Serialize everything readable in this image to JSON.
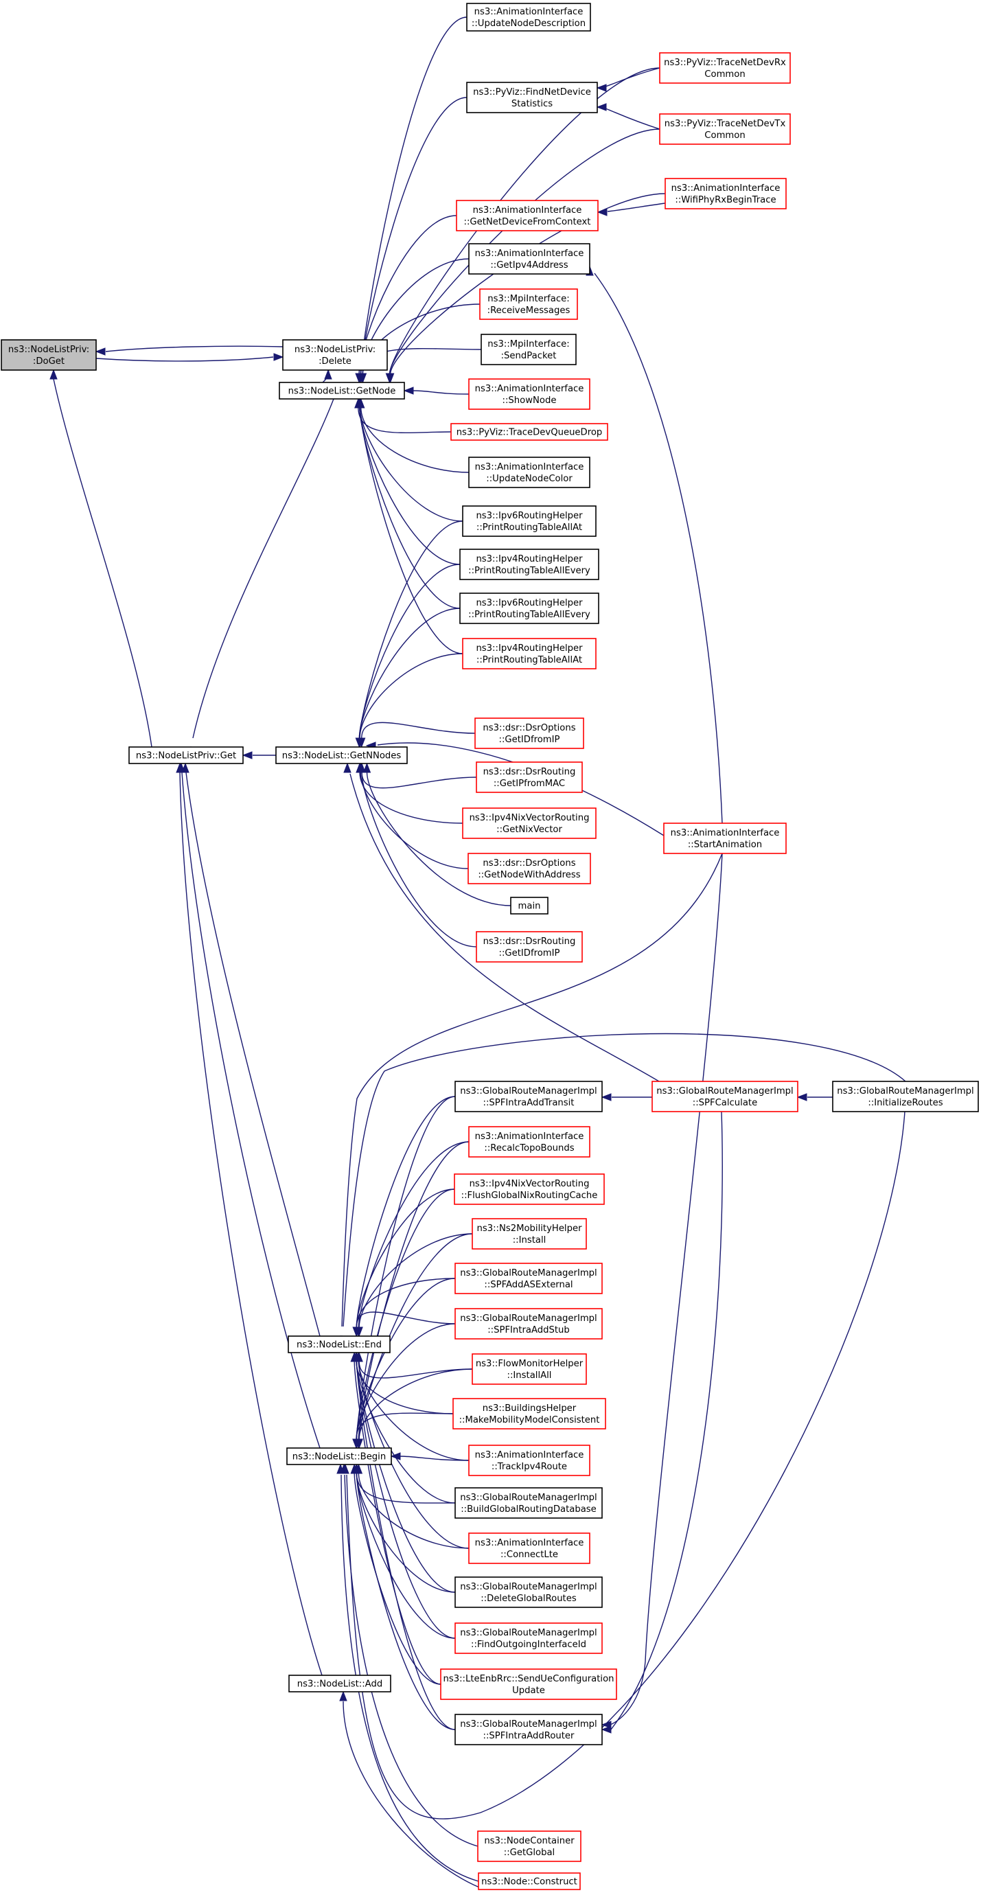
{
  "colors": {
    "edge": "#191970",
    "box_border_normal": "#000000",
    "box_border_truncated": "#ff0000",
    "box_fill_focus": "#bfbfbf",
    "box_fill": "#ffffff",
    "text": "#000000"
  },
  "nodes": [
    {
      "id": "doget",
      "lines": [
        "ns3::NodeListPriv:",
        ":DoGet"
      ],
      "style": "focus"
    },
    {
      "id": "delete",
      "lines": [
        "ns3::NodeListPriv:",
        ":Delete"
      ],
      "style": "normal"
    },
    {
      "id": "getnode",
      "lines": [
        "ns3::NodeList::GetNode"
      ],
      "style": "normal"
    },
    {
      "id": "privget",
      "lines": [
        "ns3::NodeListPriv::Get"
      ],
      "style": "normal"
    },
    {
      "id": "getnnodes",
      "lines": [
        "ns3::NodeList::GetNNodes"
      ],
      "style": "normal"
    },
    {
      "id": "end",
      "lines": [
        "ns3::NodeList::End"
      ],
      "style": "normal"
    },
    {
      "id": "begin",
      "lines": [
        "ns3::NodeList::Begin"
      ],
      "style": "normal"
    },
    {
      "id": "add",
      "lines": [
        "ns3::NodeList::Add"
      ],
      "style": "normal"
    },
    {
      "id": "updnodedesc",
      "lines": [
        "ns3::AnimationInterface",
        "::UpdateNodeDescription"
      ],
      "style": "normal"
    },
    {
      "id": "findnetdev",
      "lines": [
        "ns3::PyViz::FindNetDevice",
        "Statistics"
      ],
      "style": "normal"
    },
    {
      "id": "tracerx",
      "lines": [
        "ns3::PyViz::TraceNetDevRx",
        "Common"
      ],
      "style": "red"
    },
    {
      "id": "tracetx",
      "lines": [
        "ns3::PyViz::TraceNetDevTx",
        "Common"
      ],
      "style": "red"
    },
    {
      "id": "wifiphy",
      "lines": [
        "ns3::AnimationInterface",
        "::WifiPhyRxBeginTrace"
      ],
      "style": "red"
    },
    {
      "id": "getnetdev",
      "lines": [
        "ns3::AnimationInterface",
        "::GetNetDeviceFromContext"
      ],
      "style": "red"
    },
    {
      "id": "getipv4",
      "lines": [
        "ns3::AnimationInterface",
        "::GetIpv4Address"
      ],
      "style": "normal"
    },
    {
      "id": "recvmsg",
      "lines": [
        "ns3::MpiInterface:",
        ":ReceiveMessages"
      ],
      "style": "red"
    },
    {
      "id": "sendpkt",
      "lines": [
        "ns3::MpiInterface:",
        ":SendPacket"
      ],
      "style": "normal"
    },
    {
      "id": "shownode",
      "lines": [
        "ns3::AnimationInterface",
        "::ShowNode"
      ],
      "style": "red"
    },
    {
      "id": "tracedevq",
      "lines": [
        "ns3::PyViz::TraceDevQueueDrop"
      ],
      "style": "red"
    },
    {
      "id": "updnodecolor",
      "lines": [
        "ns3::AnimationInterface",
        "::UpdateNodeColor"
      ],
      "style": "normal"
    },
    {
      "id": "ipv6allat",
      "lines": [
        "ns3::Ipv6RoutingHelper",
        "::PrintRoutingTableAllAt"
      ],
      "style": "normal"
    },
    {
      "id": "ipv4allevery",
      "lines": [
        "ns3::Ipv4RoutingHelper",
        "::PrintRoutingTableAllEvery"
      ],
      "style": "normal"
    },
    {
      "id": "ipv6allevery",
      "lines": [
        "ns3::Ipv6RoutingHelper",
        "::PrintRoutingTableAllEvery"
      ],
      "style": "normal"
    },
    {
      "id": "ipv4allat",
      "lines": [
        "ns3::Ipv4RoutingHelper",
        "::PrintRoutingTableAllAt"
      ],
      "style": "red"
    },
    {
      "id": "getidfromip1",
      "lines": [
        "ns3::dsr::DsrOptions",
        "::GetIDfromIP"
      ],
      "style": "red"
    },
    {
      "id": "getipfrommac",
      "lines": [
        "ns3::dsr::DsrRouting",
        "::GetIPfromMAC"
      ],
      "style": "red"
    },
    {
      "id": "getnixvector",
      "lines": [
        "ns3::Ipv4NixVectorRouting",
        "::GetNixVector"
      ],
      "style": "red"
    },
    {
      "id": "getnodewithaddr",
      "lines": [
        "ns3::dsr::DsrOptions",
        "::GetNodeWithAddress"
      ],
      "style": "red"
    },
    {
      "id": "main",
      "lines": [
        "main"
      ],
      "style": "normal"
    },
    {
      "id": "getidfromip2",
      "lines": [
        "ns3::dsr::DsrRouting",
        "::GetIDfromIP"
      ],
      "style": "red"
    },
    {
      "id": "startanim",
      "lines": [
        "ns3::AnimationInterface",
        "::StartAnimation"
      ],
      "style": "red"
    },
    {
      "id": "spfintratransit",
      "lines": [
        "ns3::GlobalRouteManagerImpl",
        "::SPFIntraAddTransit"
      ],
      "style": "normal"
    },
    {
      "id": "spfcalc",
      "lines": [
        "ns3::GlobalRouteManagerImpl",
        "::SPFCalculate"
      ],
      "style": "red"
    },
    {
      "id": "initroutes",
      "lines": [
        "ns3::GlobalRouteManagerImpl",
        "::InitializeRoutes"
      ],
      "style": "normal"
    },
    {
      "id": "recalctopo",
      "lines": [
        "ns3::AnimationInterface",
        "::RecalcTopoBounds"
      ],
      "style": "red"
    },
    {
      "id": "flushnix",
      "lines": [
        "ns3::Ipv4NixVectorRouting",
        "::FlushGlobalNixRoutingCache"
      ],
      "style": "red"
    },
    {
      "id": "ns2install",
      "lines": [
        "ns3::Ns2MobilityHelper",
        "::Install"
      ],
      "style": "red"
    },
    {
      "id": "spfaddasext",
      "lines": [
        "ns3::GlobalRouteManagerImpl",
        "::SPFAddASExternal"
      ],
      "style": "red"
    },
    {
      "id": "spfintrastub",
      "lines": [
        "ns3::GlobalRouteManagerImpl",
        "::SPFIntraAddStub"
      ],
      "style": "red"
    },
    {
      "id": "flowinstall",
      "lines": [
        "ns3::FlowMonitorHelper",
        "::InstallAll"
      ],
      "style": "red"
    },
    {
      "id": "buildings",
      "lines": [
        "ns3::BuildingsHelper",
        "::MakeMobilityModelConsistent"
      ],
      "style": "red"
    },
    {
      "id": "trackipv4",
      "lines": [
        "ns3::AnimationInterface",
        "::TrackIpv4Route"
      ],
      "style": "red"
    },
    {
      "id": "buildglobal",
      "lines": [
        "ns3::GlobalRouteManagerImpl",
        "::BuildGlobalRoutingDatabase"
      ],
      "style": "normal"
    },
    {
      "id": "connectlte",
      "lines": [
        "ns3::AnimationInterface",
        "::ConnectLte"
      ],
      "style": "red"
    },
    {
      "id": "deleteglobal",
      "lines": [
        "ns3::GlobalRouteManagerImpl",
        "::DeleteGlobalRoutes"
      ],
      "style": "normal"
    },
    {
      "id": "findoutgoing",
      "lines": [
        "ns3::GlobalRouteManagerImpl",
        "::FindOutgoingInterfaceId"
      ],
      "style": "red"
    },
    {
      "id": "lteenb",
      "lines": [
        "ns3::LteEnbRrc::SendUeConfiguration",
        "Update"
      ],
      "style": "red"
    },
    {
      "id": "spfintrarouter",
      "lines": [
        "ns3::GlobalRouteManagerImpl",
        "::SPFIntraAddRouter"
      ],
      "style": "normal"
    },
    {
      "id": "getglobal",
      "lines": [
        "ns3::NodeContainer",
        "::GetGlobal"
      ],
      "style": "red"
    },
    {
      "id": "construct",
      "lines": [
        "ns3::Node::Construct"
      ],
      "style": "red"
    }
  ],
  "edges": [
    {
      "from": "delete",
      "to": "doget"
    },
    {
      "from": "doget",
      "to": "delete"
    },
    {
      "from": "getnode",
      "to": "delete"
    },
    {
      "from": "privget",
      "to": "doget"
    },
    {
      "from": "getnode",
      "to": "privget"
    },
    {
      "from": "getnnodes",
      "to": "privget"
    },
    {
      "from": "end",
      "to": "privget"
    },
    {
      "from": "begin",
      "to": "privget"
    },
    {
      "from": "add",
      "to": "privget"
    },
    {
      "from": "updnodedesc",
      "to": "getnode"
    },
    {
      "from": "findnetdev",
      "to": "getnode"
    },
    {
      "from": "tracerx",
      "to": "getnode"
    },
    {
      "from": "tracetx",
      "to": "getnode"
    },
    {
      "from": "wifiphy",
      "to": "getnode"
    },
    {
      "from": "getnetdev",
      "to": "getnode"
    },
    {
      "from": "getipv4",
      "to": "getnode"
    },
    {
      "from": "recvmsg",
      "to": "getnode"
    },
    {
      "from": "sendpkt",
      "to": "getnode"
    },
    {
      "from": "shownode",
      "to": "getnode"
    },
    {
      "from": "tracedevq",
      "to": "getnode"
    },
    {
      "from": "updnodecolor",
      "to": "getnode"
    },
    {
      "from": "ipv6allat",
      "to": "getnode"
    },
    {
      "from": "ipv4allevery",
      "to": "getnode"
    },
    {
      "from": "ipv6allevery",
      "to": "getnode"
    },
    {
      "from": "ipv4allat",
      "to": "getnode"
    },
    {
      "from": "tracerx",
      "to": "findnetdev"
    },
    {
      "from": "tracetx",
      "to": "findnetdev"
    },
    {
      "from": "wifiphy",
      "to": "getnetdev"
    },
    {
      "from": "startanim",
      "to": "getipv4"
    },
    {
      "from": "ipv6allat",
      "to": "getnnodes"
    },
    {
      "from": "ipv4allevery",
      "to": "getnnodes"
    },
    {
      "from": "ipv6allevery",
      "to": "getnnodes"
    },
    {
      "from": "ipv4allat",
      "to": "getnnodes"
    },
    {
      "from": "startanim",
      "to": "getnnodes"
    },
    {
      "from": "getidfromip1",
      "to": "getnnodes"
    },
    {
      "from": "getipfrommac",
      "to": "getnnodes"
    },
    {
      "from": "getnixvector",
      "to": "getnnodes"
    },
    {
      "from": "getnodewithaddr",
      "to": "getnnodes"
    },
    {
      "from": "main",
      "to": "getnnodes"
    },
    {
      "from": "getidfromip2",
      "to": "getnnodes"
    },
    {
      "from": "spfcalc",
      "to": "getnnodes"
    },
    {
      "from": "spfcalc",
      "to": "spfintratransit"
    },
    {
      "from": "initroutes",
      "to": "spfcalc"
    },
    {
      "from": "startanim",
      "to": "end"
    },
    {
      "from": "initroutes",
      "to": "end"
    },
    {
      "from": "spfintratransit",
      "to": "end"
    },
    {
      "from": "recalctopo",
      "to": "end"
    },
    {
      "from": "flushnix",
      "to": "end"
    },
    {
      "from": "ns2install",
      "to": "end"
    },
    {
      "from": "spfaddasext",
      "to": "end"
    },
    {
      "from": "spfintrastub",
      "to": "end"
    },
    {
      "from": "flowinstall",
      "to": "end"
    },
    {
      "from": "buildings",
      "to": "end"
    },
    {
      "from": "trackipv4",
      "to": "end"
    },
    {
      "from": "buildglobal",
      "to": "end"
    },
    {
      "from": "connectlte",
      "to": "end"
    },
    {
      "from": "deleteglobal",
      "to": "end"
    },
    {
      "from": "findoutgoing",
      "to": "end"
    },
    {
      "from": "lteenb",
      "to": "end"
    },
    {
      "from": "spfintrarouter",
      "to": "end"
    },
    {
      "from": "spfintratransit",
      "to": "begin"
    },
    {
      "from": "recalctopo",
      "to": "begin"
    },
    {
      "from": "flushnix",
      "to": "begin"
    },
    {
      "from": "ns2install",
      "to": "begin"
    },
    {
      "from": "spfaddasext",
      "to": "begin"
    },
    {
      "from": "spfintrastub",
      "to": "begin"
    },
    {
      "from": "flowinstall",
      "to": "begin"
    },
    {
      "from": "buildings",
      "to": "begin"
    },
    {
      "from": "trackipv4",
      "to": "begin"
    },
    {
      "from": "buildglobal",
      "to": "begin"
    },
    {
      "from": "connectlte",
      "to": "begin"
    },
    {
      "from": "deleteglobal",
      "to": "begin"
    },
    {
      "from": "findoutgoing",
      "to": "begin"
    },
    {
      "from": "lteenb",
      "to": "begin"
    },
    {
      "from": "spfintrarouter",
      "to": "begin"
    },
    {
      "from": "getglobal",
      "to": "begin"
    },
    {
      "from": "construct",
      "to": "begin"
    },
    {
      "from": "initroutes",
      "to": "begin"
    },
    {
      "from": "spfcalc",
      "to": "spfintrarouter"
    },
    {
      "from": "startanim",
      "to": "spfintrarouter"
    },
    {
      "from": "construct",
      "to": "add"
    }
  ]
}
